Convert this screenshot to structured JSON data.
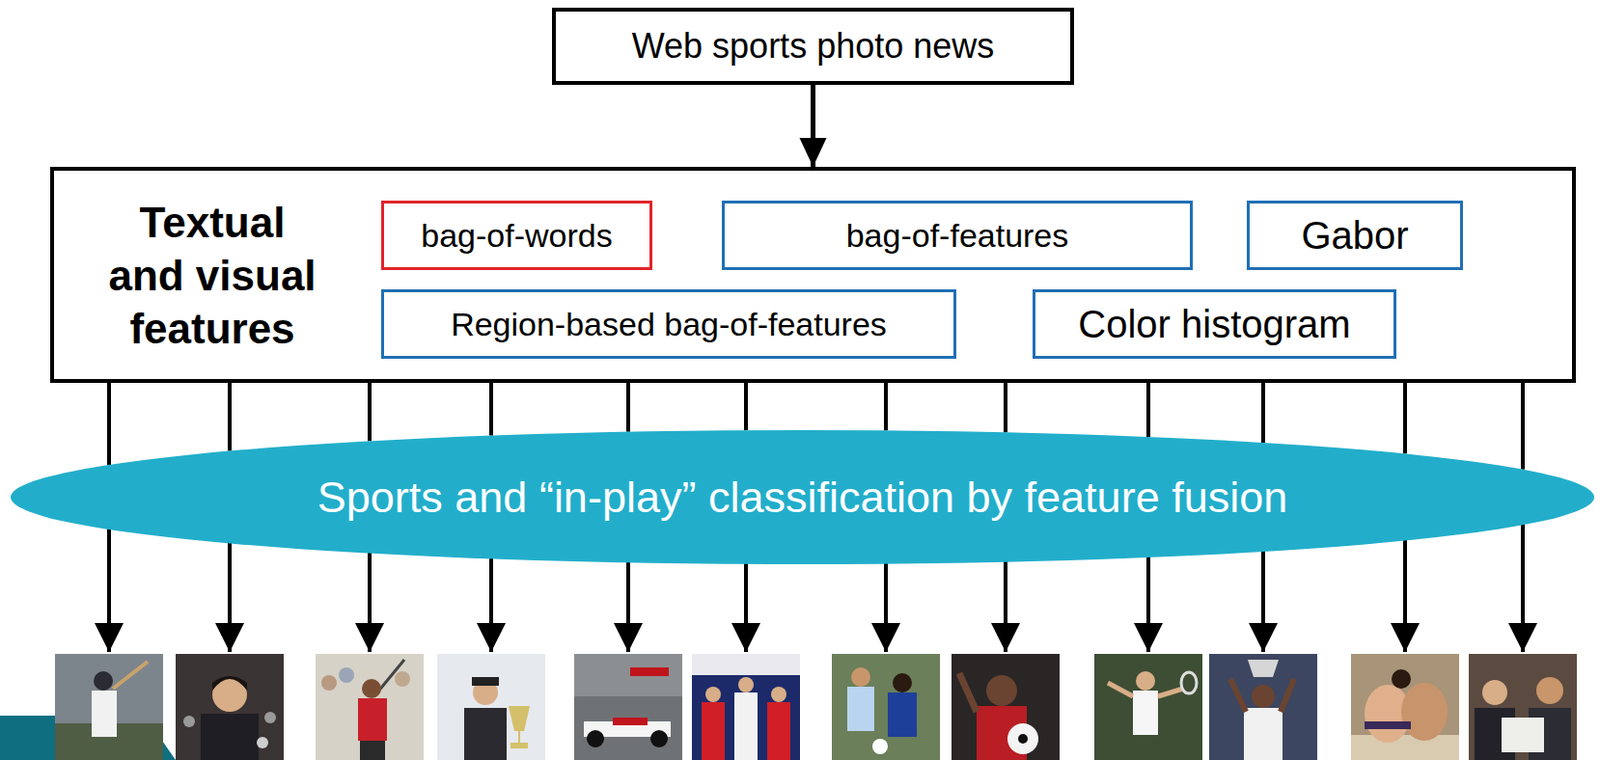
{
  "diagram": {
    "nodes": [
      {
        "text": [
          "Web sports photo news"
        ]
      },
      {
        "text": [
          "Textual and visual features"
        ]
      },
      {
        "text": [
          "bag-of-words"
        ],
        "in": 1
      },
      {
        "text": [
          "bag-of-features"
        ],
        "in": 1
      },
      {
        "text": [
          "Gabor"
        ],
        "in": 1
      },
      {
        "text": [
          "Region-based bag-of-features"
        ],
        "in": 1
      },
      {
        "text": [
          "Color histogram"
        ],
        "in": 1
      },
      {
        "text": [
          "Sports and “in-play” classification by feature fusion"
        ]
      }
    ],
    "edges": [
      {
        "from": 0,
        "to": 1,
        "arrow": "to"
      },
      {
        "from": 1,
        "to": 7,
        "arrow": "none"
      },
      {
        "from": 1,
        "to": 7,
        "arrow": "none"
      },
      {
        "from": 1,
        "to": 7,
        "arrow": "none"
      },
      {
        "from": 1,
        "to": 7,
        "arrow": "none"
      },
      {
        "from": 1,
        "to": 7,
        "arrow": "none"
      },
      {
        "from": 1,
        "to": 7,
        "arrow": "none"
      },
      {
        "from": 1,
        "to": 7,
        "arrow": "none"
      },
      {
        "from": 1,
        "to": 7,
        "arrow": "none"
      },
      {
        "from": 1,
        "to": 7,
        "arrow": "none"
      },
      {
        "from": 1,
        "to": 7,
        "arrow": "none"
      },
      {
        "from": 1,
        "to": 7,
        "arrow": "none"
      },
      {
        "from": 1,
        "to": 7,
        "arrow": "none"
      }
    ]
  }
}
